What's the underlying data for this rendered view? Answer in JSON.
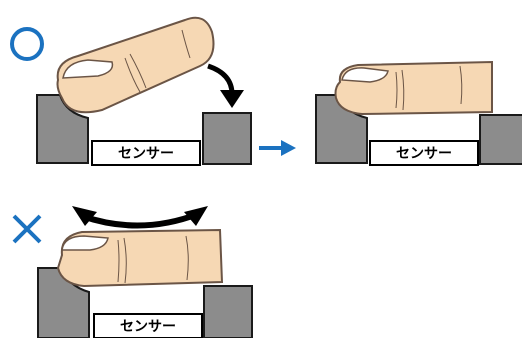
{
  "panels": {
    "correct": {
      "mark": "○",
      "mark_color": "#1b72c0",
      "sensor_label_before": "センサー",
      "sensor_label_after": "センサー",
      "arrow_color": "#1b72c0"
    },
    "incorrect": {
      "mark": "×",
      "mark_color": "#1b72c0",
      "sensor_label": "センサー"
    }
  },
  "colors": {
    "housing": "#8c8c8c",
    "housing_stroke": "#1a1a1a",
    "skin": "#f6d8b4",
    "skin_stroke": "#6b5546",
    "nail": "#ffffff",
    "motion_arrow": "#000000"
  },
  "icons": {
    "press_arrow": "curved-down-arrow-icon",
    "next_arrow": "right-arrow-icon",
    "slide_arrow": "double-curved-arrow-icon"
  }
}
